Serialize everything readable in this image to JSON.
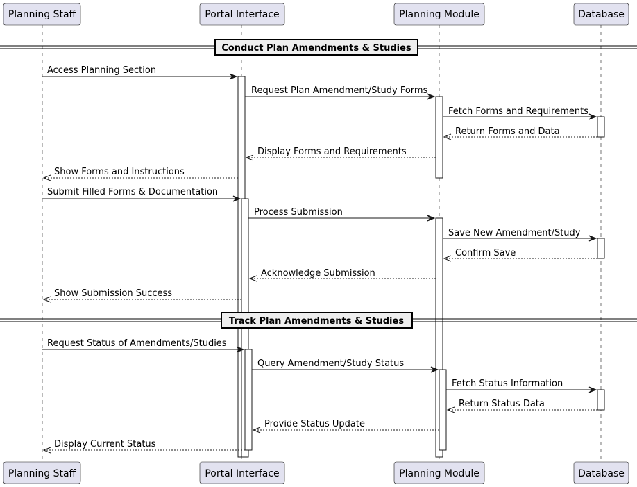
{
  "participants": [
    {
      "id": "staff",
      "name": "Planning Staff"
    },
    {
      "id": "portal",
      "name": "Portal Interface"
    },
    {
      "id": "module",
      "name": "Planning Module"
    },
    {
      "id": "db",
      "name": "Database"
    }
  ],
  "sections": [
    {
      "title": "Conduct Plan Amendments & Studies"
    },
    {
      "title": "Track Plan Amendments & Studies"
    }
  ],
  "messages": [
    {
      "from": "staff",
      "to": "portal",
      "text": "Access Planning Section",
      "type": "sync"
    },
    {
      "from": "portal",
      "to": "module",
      "text": "Request Plan Amendment/Study Forms",
      "type": "sync"
    },
    {
      "from": "module",
      "to": "db",
      "text": "Fetch Forms and Requirements",
      "type": "sync"
    },
    {
      "from": "db",
      "to": "module",
      "text": "Return Forms and Data",
      "type": "reply"
    },
    {
      "from": "module",
      "to": "portal",
      "text": "Display Forms and Requirements",
      "type": "reply"
    },
    {
      "from": "portal",
      "to": "staff",
      "text": "Show Forms and Instructions",
      "type": "reply"
    },
    {
      "from": "staff",
      "to": "portal",
      "text": "Submit Filled Forms & Documentation",
      "type": "sync"
    },
    {
      "from": "portal",
      "to": "module",
      "text": "Process Submission",
      "type": "sync"
    },
    {
      "from": "module",
      "to": "db",
      "text": "Save New Amendment/Study",
      "type": "sync"
    },
    {
      "from": "db",
      "to": "module",
      "text": "Confirm Save",
      "type": "reply"
    },
    {
      "from": "module",
      "to": "portal",
      "text": "Acknowledge Submission",
      "type": "reply"
    },
    {
      "from": "portal",
      "to": "staff",
      "text": "Show Submission Success",
      "type": "reply"
    },
    {
      "from": "staff",
      "to": "portal",
      "text": "Request Status of Amendments/Studies",
      "type": "sync"
    },
    {
      "from": "portal",
      "to": "module",
      "text": "Query Amendment/Study Status",
      "type": "sync"
    },
    {
      "from": "module",
      "to": "db",
      "text": "Fetch Status Information",
      "type": "sync"
    },
    {
      "from": "db",
      "to": "module",
      "text": "Return Status Data",
      "type": "reply"
    },
    {
      "from": "module",
      "to": "portal",
      "text": "Provide Status Update",
      "type": "reply"
    },
    {
      "from": "portal",
      "to": "staff",
      "text": "Display Current Status",
      "type": "reply"
    }
  ]
}
